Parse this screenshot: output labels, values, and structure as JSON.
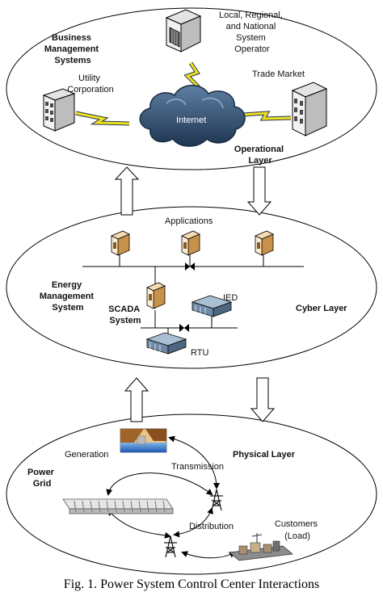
{
  "operational": {
    "business": [
      "Business",
      "Management",
      "Systems"
    ],
    "operator": [
      "Local, Regional,",
      "and National",
      "System",
      "Operator"
    ],
    "utility": [
      "Utility",
      "Corporation"
    ],
    "trade": "Trade Market",
    "internet": "Internet",
    "layer": [
      "Operational",
      "Layer"
    ]
  },
  "cyber": {
    "applications": "Applications",
    "ems": [
      "Energy",
      "Management",
      "System"
    ],
    "scada": [
      "SCADA",
      "System"
    ],
    "ied": "IED",
    "rtu": "RTU",
    "layer": "Cyber Layer"
  },
  "physical": {
    "generation": "Generation",
    "layer": "Physical Layer",
    "power_grid": [
      "Power",
      "Grid"
    ],
    "transmission": "Transmission",
    "distribution": "Distribution",
    "customers": [
      "Customers",
      "(Load)"
    ]
  },
  "caption": "Fig. 1. Power System Control Center Interactions",
  "colors": {
    "cloud": "#3c5a7a",
    "lightning": "#f0e020",
    "server_front": "#f0f0f0",
    "server_side": "#bdbdbd",
    "window": "#4a4a4a",
    "rack": "#6f8aa6",
    "app_box": "#d9a45a"
  }
}
